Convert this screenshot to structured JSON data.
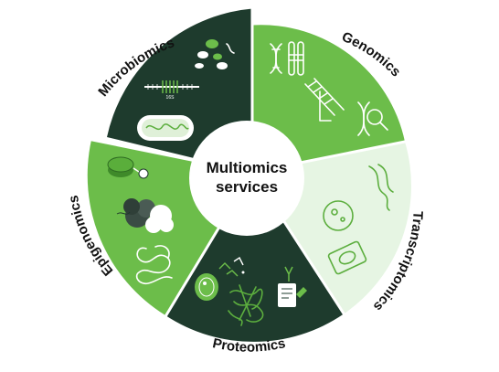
{
  "center": {
    "line1": "Multiomics",
    "line2": "services"
  },
  "segments": {
    "genomics": "Genomics",
    "transcriptomics": "Transcriptomics",
    "proteomics": "Proteomics",
    "epigenomics": "Epigenomics",
    "microbiomics": "Microbiomics"
  },
  "microbiomics_marker": "16S",
  "colors": {
    "dark_green": "#1e3b2d",
    "mid_green": "#6cbd4a",
    "pale_green": "#e6f5e3",
    "bright_green": "#5aae3b",
    "text": "#111111",
    "background": "#ffffff"
  }
}
